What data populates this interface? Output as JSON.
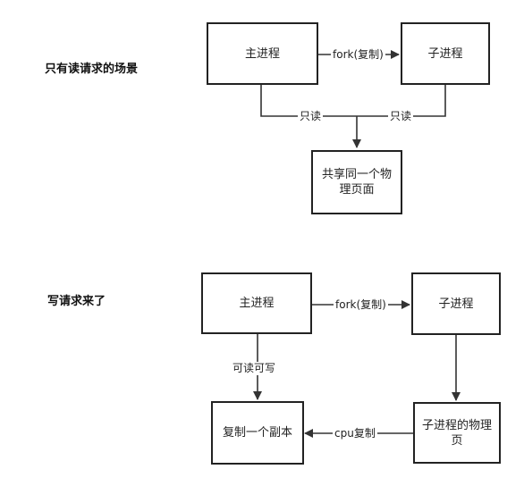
{
  "scenario_read": {
    "title": "只有读请求的场景",
    "parent": "主进程",
    "child": "子进程",
    "fork_label": "fork(复制)",
    "read_label_left": "只读",
    "read_label_right": "只读",
    "shared": "共享同一个物理页面"
  },
  "scenario_write": {
    "title": "写请求来了",
    "parent": "主进程",
    "child": "子进程",
    "fork_label": "fork(复制)",
    "rw_label": "可读可写",
    "copy": "复制一个副本",
    "child_page": "子进程的物理页",
    "cpu_label": "cpu复制"
  }
}
